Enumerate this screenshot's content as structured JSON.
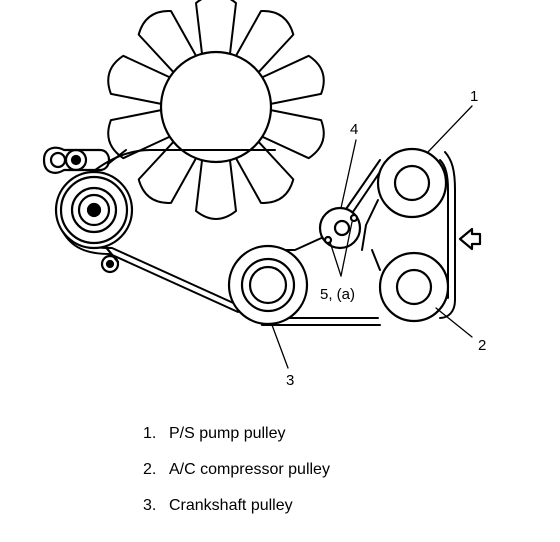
{
  "callouts": {
    "c1": "1",
    "c2": "2",
    "c3": "3",
    "c4": "4",
    "c5": "5, (a)"
  },
  "legend": [
    {
      "number": "1.",
      "label": "P/S pump pulley"
    },
    {
      "number": "2.",
      "label": "A/C compressor pulley"
    },
    {
      "number": "3.",
      "label": "Crankshaft pulley"
    }
  ]
}
